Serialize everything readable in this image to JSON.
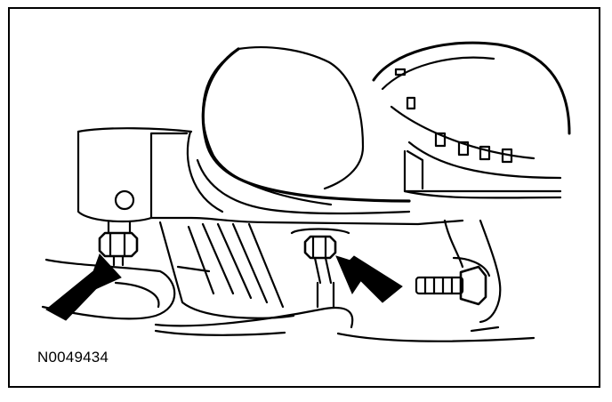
{
  "figure": {
    "id_label": "N0049434"
  },
  "colors": {
    "ink": "#000000",
    "paper": "#ffffff"
  },
  "callouts": [
    {
      "name": "left-fastener-arrow",
      "points_to": "left-nut"
    },
    {
      "name": "center-fastener-arrow",
      "points_to": "center-nut"
    }
  ]
}
